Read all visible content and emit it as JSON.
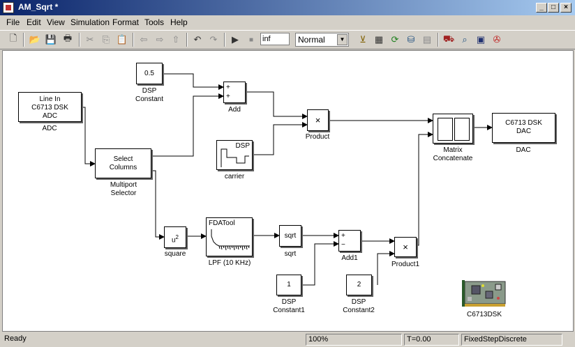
{
  "window": {
    "title": "AM_Sqrt *"
  },
  "menu": [
    "File",
    "Edit",
    "View",
    "Simulation",
    "Format",
    "Tools",
    "Help"
  ],
  "toolbar": {
    "stop_time": "inf",
    "sim_mode": "Normal"
  },
  "blocks": {
    "adc": {
      "text1": "Line In",
      "text2": "C6713 DSK",
      "text3": "ADC",
      "label": "ADC"
    },
    "const05": {
      "text": "0.5",
      "label1": "DSP",
      "label2": "Constant"
    },
    "add": {
      "plus1": "+",
      "plus2": "+",
      "label": "Add"
    },
    "product": {
      "symbol": "×",
      "label": "Product"
    },
    "carrier": {
      "text": "DSP",
      "label": "carrier"
    },
    "selector": {
      "text1": "Select",
      "text2": "Columns",
      "label1": "Multiport",
      "label2": "Selector"
    },
    "concat": {
      "label1": "Matrix",
      "label2": "Concatenate"
    },
    "dac": {
      "text1": "C6713 DSK",
      "text2": "DAC",
      "label": "DAC"
    },
    "square": {
      "text": "u",
      "sup": "2",
      "label": "square"
    },
    "lpf": {
      "text": "FDATool",
      "label": "LPF (10 KHz)"
    },
    "sqrt": {
      "text": "sqrt",
      "label": "sqrt"
    },
    "add1": {
      "plus": "+",
      "minus": "−",
      "label": "Add1"
    },
    "product1": {
      "symbol": "×",
      "label": "Product1"
    },
    "const1": {
      "text": "1",
      "label1": "DSP",
      "label2": "Constant1"
    },
    "const2": {
      "text": "2",
      "label1": "DSP",
      "label2": "Constant2"
    },
    "dsk": {
      "label": "C6713DSK"
    }
  },
  "status": {
    "ready": "Ready",
    "zoom": "100%",
    "time": "T=0.00",
    "solver": "FixedStepDiscrete"
  }
}
